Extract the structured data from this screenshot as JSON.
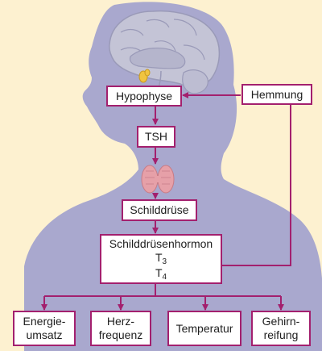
{
  "colors": {
    "background": "#fdf1d0",
    "silhouette": "#a9a8ce",
    "brain": "#c4c4d6",
    "arrow": "#a3206e",
    "box_border": "#a3206e",
    "gland": "#f0c440",
    "thyroid": "#e6a0a8"
  },
  "icons": {
    "brain": "brain-icon",
    "pituitary": "pituitary-gland-icon",
    "thyroid": "thyroid-gland-icon"
  },
  "nodes": {
    "hypophyse": "Hypophyse",
    "hemmung": "Hemmung",
    "tsh": "TSH",
    "schilddruese": "Schilddrüse",
    "hormon": {
      "name": "Schilddrüsenhormon",
      "t3_letter": "T",
      "t3_sub": "3",
      "t4_letter": "T",
      "t4_sub": "4"
    }
  },
  "effects": [
    {
      "id": "energieumsatz",
      "line1": "Energie-",
      "line2": "umsatz"
    },
    {
      "id": "herzfrequenz",
      "line1": "Herz-",
      "line2": "frequenz"
    },
    {
      "id": "temperatur",
      "line1": "Temperatur",
      "line2": ""
    },
    {
      "id": "gehirnreifung",
      "line1": "Gehirn-",
      "line2": "reifung"
    }
  ]
}
